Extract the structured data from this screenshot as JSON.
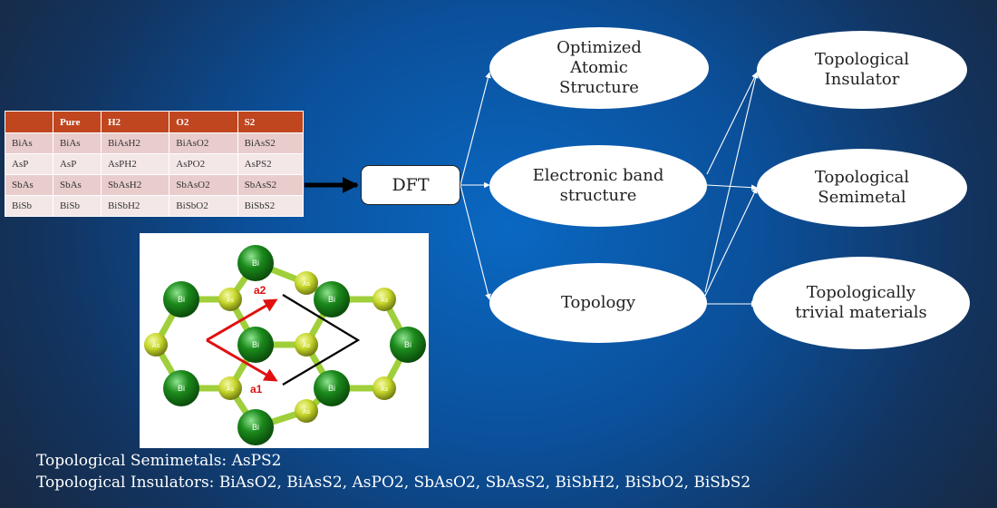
{
  "table": {
    "headers": [
      "",
      "Pure",
      "H2",
      "O2",
      "S2"
    ],
    "rows": [
      [
        "BiAs",
        "BiAs",
        "BiAsH2",
        "BiAsO2",
        "BiAsS2"
      ],
      [
        "AsP",
        "AsP",
        "AsPH2",
        "AsPO2",
        "AsPS2"
      ],
      [
        "SbAs",
        "SbAs",
        "SbAsH2",
        "SbAsO2",
        "SbAsS2"
      ],
      [
        "BiSb",
        "BiSb",
        "BiSbH2",
        "BiSbO2",
        "BiSbS2"
      ]
    ]
  },
  "dft_label": "DFT",
  "properties": {
    "optimized": "Optimized Atomic Structure",
    "band": "Electronic band structure",
    "topology": "Topology"
  },
  "classes": {
    "insulator": "Topological Insulator",
    "semimetal": "Topological Semimetal",
    "trivial": "Topologically trivial materials"
  },
  "crystal": {
    "big_atom": "Bi",
    "small_atom": "As",
    "vectors": [
      "a1",
      "a2"
    ],
    "colors": {
      "big": "#1b8a1b",
      "small": "#c6d62a",
      "vector": "#e01010",
      "cell": "#000000"
    }
  },
  "notes": {
    "semimetals": "Topological Semimetals: AsPS2",
    "insulators": "Topological Insulators: BiAsO2, BiAsS2, AsPO2, SbAsO2, SbAsS2, BiSbH2, BiSbO2, BiSbS2"
  }
}
